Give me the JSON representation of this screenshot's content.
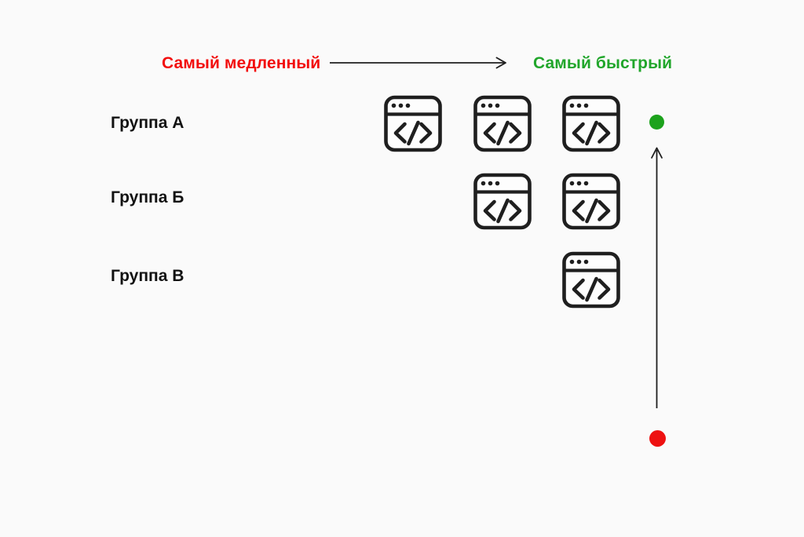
{
  "page": {
    "background": "#fafafa"
  },
  "colors": {
    "slow_red_text": "#f20d0d",
    "fast_green_text": "#21a62b",
    "dot_green": "#1ca21c",
    "dot_red": "#ee1111",
    "ink": "#1f1f1f"
  },
  "speed_axis": {
    "slow_label": "Самый медленный",
    "fast_label": "Самый быстрый",
    "direction": "left-to-right"
  },
  "vertical_axis": {
    "direction": "bottom-to-top",
    "top_marker": "green-dot",
    "bottom_marker": "red-dot"
  },
  "icon_legend": {
    "icon": "browser-code-window-icon",
    "glyph": "</>"
  },
  "groups": [
    {
      "label": "Группа А",
      "icon": "browser-code-window-icon",
      "icon_count": 3,
      "columns": [
        0,
        1,
        2
      ]
    },
    {
      "label": "Группа Б",
      "icon": "browser-code-window-icon",
      "icon_count": 2,
      "columns": [
        1,
        2
      ]
    },
    {
      "label": "Группа В",
      "icon": "browser-code-window-icon",
      "icon_count": 1,
      "columns": [
        2
      ]
    }
  ]
}
